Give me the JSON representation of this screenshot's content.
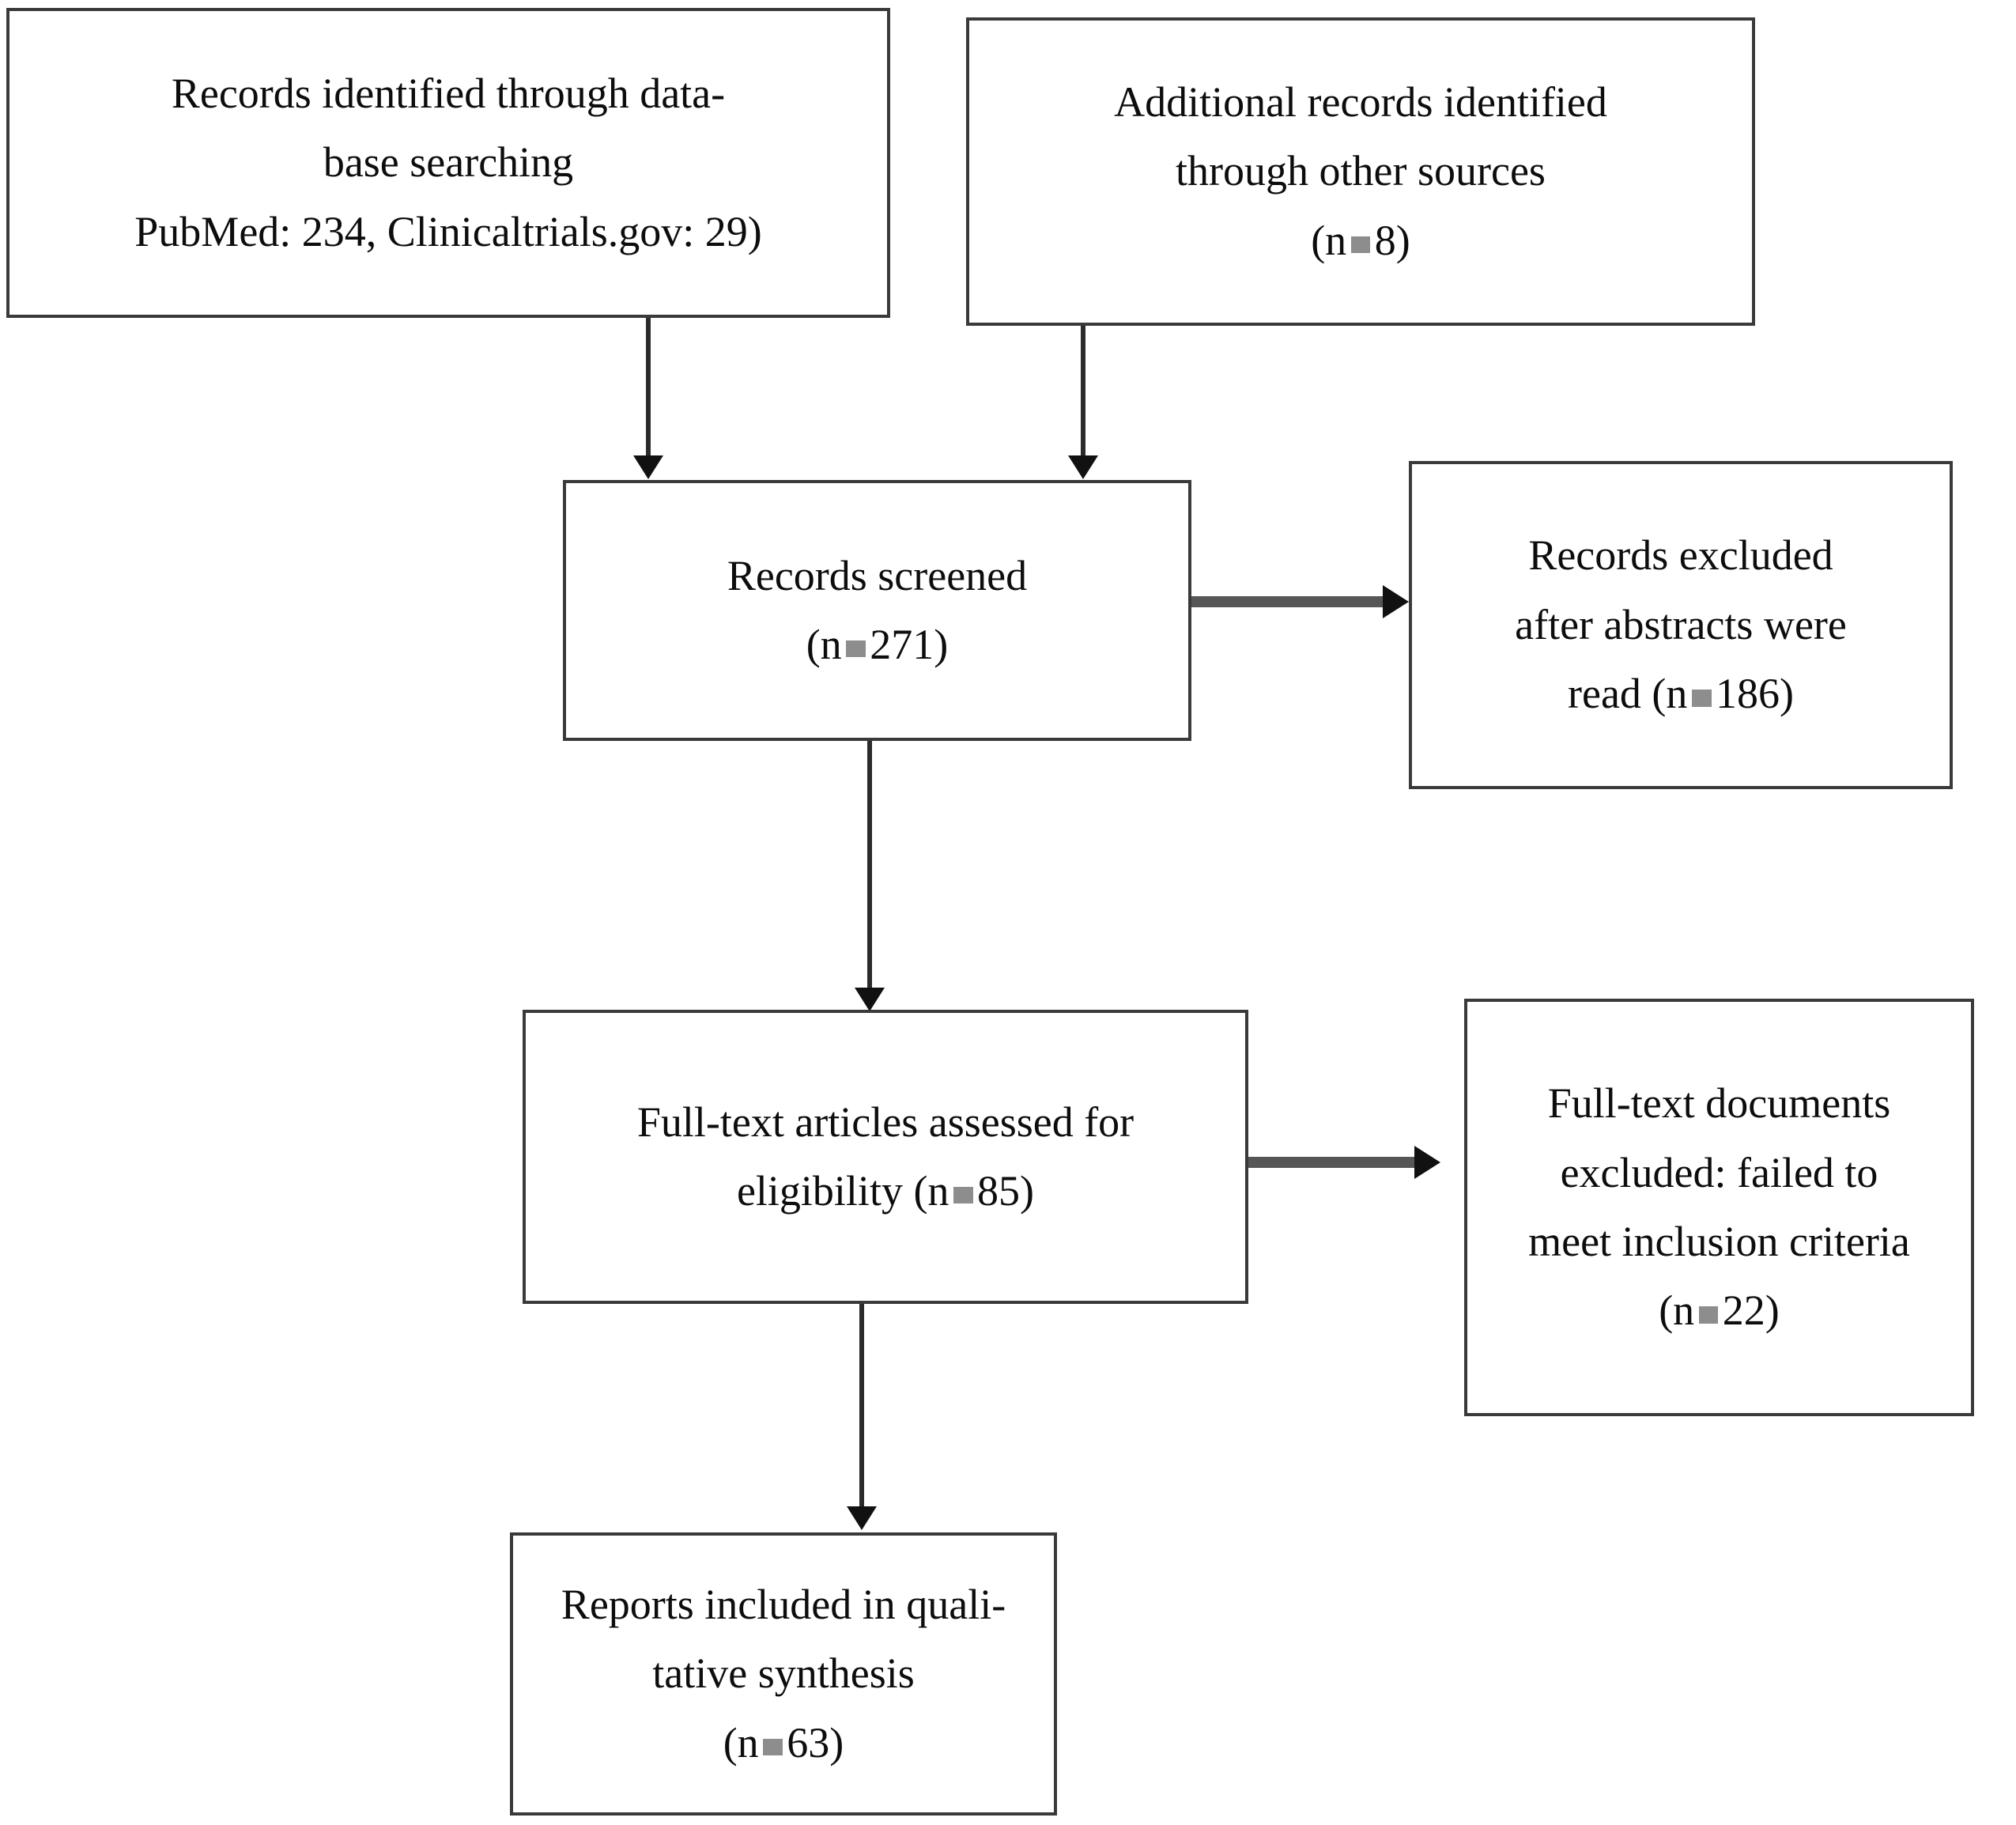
{
  "diagram": {
    "title": "PRISMA study selection flow diagram",
    "colors": {
      "box_border": "#3a3a3a",
      "connector": "#2b2b2b",
      "arrow_fill": "#111111",
      "background": "#ffffff",
      "text": "#0d0d0d"
    },
    "nodes": [
      {
        "id": "identified-database",
        "name": "records-identified-database-box",
        "lines": [
          {
            "text": "Records identified through data-"
          },
          {
            "text": "base searching"
          },
          {
            "text": "PubMed: 234, Clinicaltrials.gov: 29)"
          }
        ],
        "count_label": "PubMed: 234, Clinicaltrials.gov: 29"
      },
      {
        "id": "identified-other",
        "name": "additional-records-other-sources-box",
        "lines": [
          {
            "text": "Additional records identified"
          },
          {
            "text": "through other sources"
          }
        ],
        "count_prefix": "(n",
        "count_value": "8)",
        "count_label": "(n = 8)"
      },
      {
        "id": "screened",
        "name": "records-screened-box",
        "lines": [
          {
            "text": "Records screened"
          }
        ],
        "count_prefix": "(n",
        "count_value": "271)",
        "count_label": "(n = 271)"
      },
      {
        "id": "excluded-abstracts",
        "name": "records-excluded-abstracts-box",
        "lines": [
          {
            "text": "Records excluded"
          },
          {
            "text": "after abstracts were"
          }
        ],
        "count_prefix": "read (n",
        "count_value": "186)",
        "count_label": "read (n = 186)"
      },
      {
        "id": "fulltext-assessed",
        "name": "full-text-articles-assessed-box",
        "lines": [
          {
            "text": "Full-text articles assessed for"
          }
        ],
        "count_prefix": "eligibility (n",
        "count_value": "85)",
        "count_label": "eligibility (n = 85)"
      },
      {
        "id": "fulltext-excluded",
        "name": "full-text-documents-excluded-box",
        "lines": [
          {
            "text": "Full-text documents"
          },
          {
            "text": "excluded: failed to"
          },
          {
            "text": "meet inclusion criteria"
          }
        ],
        "count_prefix": "(n",
        "count_value": "22)",
        "count_label": "(n = 22)"
      },
      {
        "id": "included-qualitative",
        "name": "reports-included-qualitative-synthesis-box",
        "lines": [
          {
            "text": "Reports included in quali-"
          },
          {
            "text": "tative synthesis"
          }
        ],
        "count_prefix": "(n",
        "count_value": "63)",
        "count_label": "(n = 63)"
      }
    ],
    "connectors": [
      {
        "id": "db-to-screened",
        "name": "arrow-database-to-screened",
        "kind": "vertical"
      },
      {
        "id": "other-to-screened",
        "name": "arrow-other-sources-to-screened",
        "kind": "vertical"
      },
      {
        "id": "screened-to-excluded",
        "name": "arrow-screened-to-records-excluded",
        "kind": "horizontal"
      },
      {
        "id": "screened-to-fulltext",
        "name": "arrow-screened-to-full-text-assessed",
        "kind": "vertical"
      },
      {
        "id": "fulltext-to-excluded",
        "name": "arrow-full-text-to-documents-excluded",
        "kind": "horizontal"
      },
      {
        "id": "fulltext-to-included",
        "name": "arrow-full-text-to-reports-included",
        "kind": "vertical"
      }
    ]
  }
}
